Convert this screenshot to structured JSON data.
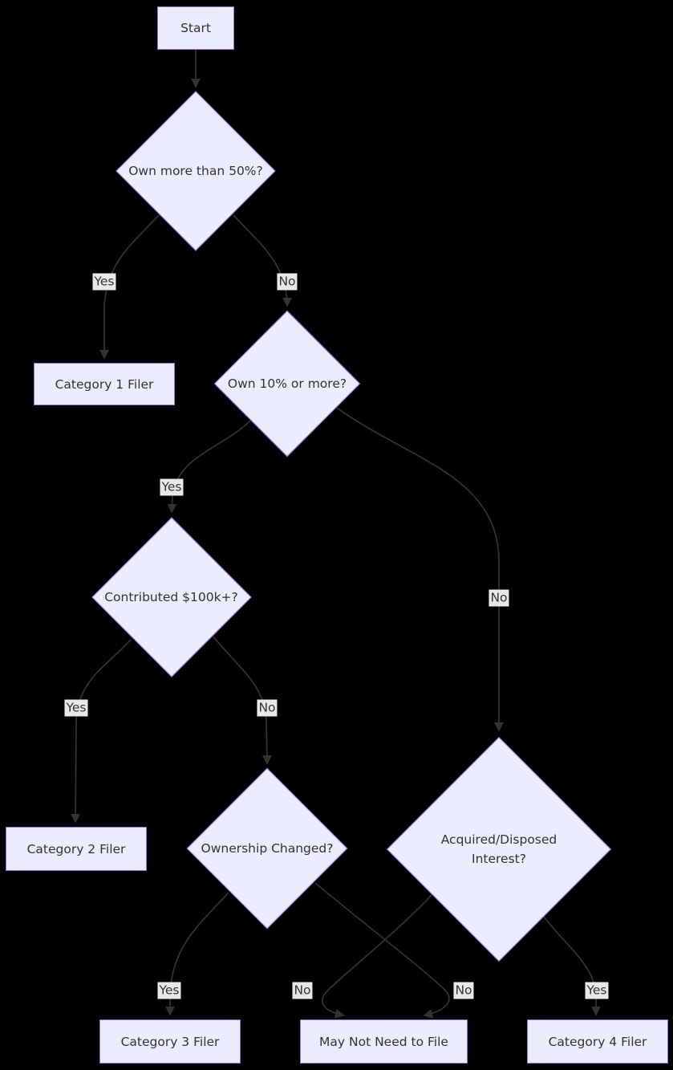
{
  "colors": {
    "background": "#000000",
    "node_fill": "#ECECFF",
    "node_border": "#9370DB",
    "node_text": "#333333",
    "edge": "#333333",
    "edge_label_bg": "#e8e8e8"
  },
  "nodes": {
    "start": {
      "type": "rect",
      "label": "Start"
    },
    "own50": {
      "type": "diamond",
      "label": "Own more than 50%?"
    },
    "cat1": {
      "type": "rect",
      "label": "Category 1 Filer"
    },
    "own10": {
      "type": "diamond",
      "label": "Own 10% or more?"
    },
    "contrib": {
      "type": "diamond",
      "label": "Contributed $100k+?"
    },
    "cat2": {
      "type": "rect",
      "label": "Category 2 Filer"
    },
    "ownership": {
      "type": "diamond",
      "label": "Ownership Changed?"
    },
    "acquired": {
      "type": "diamond",
      "label": "Acquired/Disposed Interest?"
    },
    "cat3": {
      "type": "rect",
      "label": "Category 3 Filer"
    },
    "maynot": {
      "type": "rect",
      "label": "May Not Need to File"
    },
    "cat4": {
      "type": "rect",
      "label": "Category 4 Filer"
    }
  },
  "edge_labels": {
    "own50_yes": "Yes",
    "own50_no": "No",
    "own10_yes": "Yes",
    "own10_no": "No",
    "contrib_yes": "Yes",
    "contrib_no": "No",
    "ownership_yes": "Yes",
    "ownership_no": "No",
    "acquired_no": "No",
    "acquired_yes": "Yes"
  }
}
